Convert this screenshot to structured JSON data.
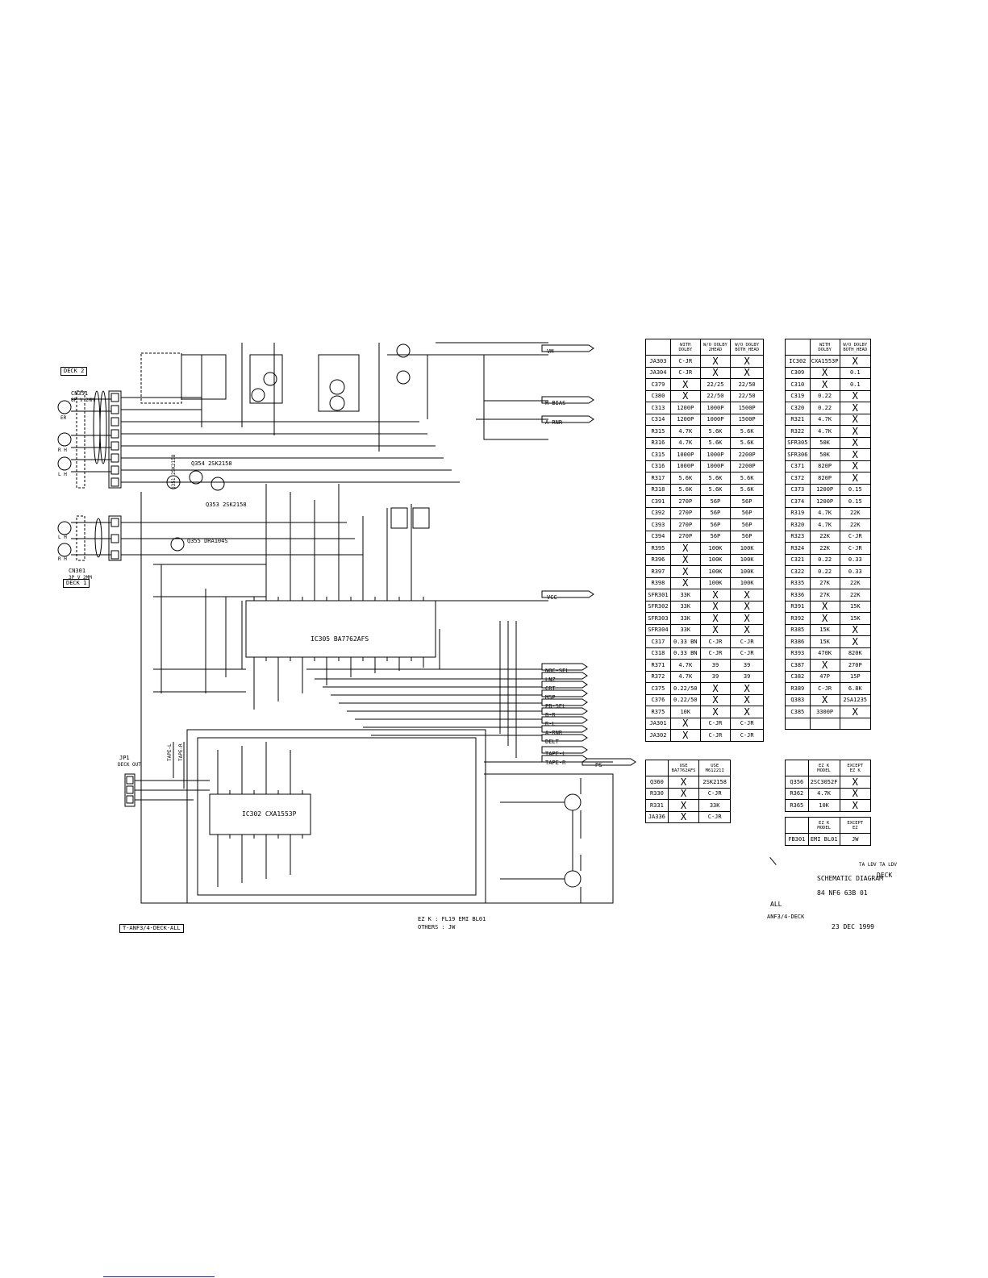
{
  "labels": {
    "deck2": "DECK 2",
    "deck1": "DECK 1",
    "cn351": "CN351",
    "cn351_spec": "8P V 2MM",
    "cn301": "CN301",
    "cn301_spec": "3P V 2MM",
    "erase": "ER",
    "rh": "R H",
    "lh": "L H",
    "jp1": "JP1",
    "deck_out": "DECK OUT",
    "tape_l": "TAPE-L",
    "tape_r": "TAPE-R",
    "ic305": "IC305 BA7762AFS",
    "ic302": "IC302 CXA1553P",
    "q355": "Q355 DRA104S",
    "q354": "Q354 2SK2158",
    "q353": "Q353 2SK2158",
    "q351": "Q351 2SK2158",
    "ezk_note": "EZ  K : FL19 EMI BL01",
    "others_note": "OTHERS : JW",
    "bottom_label": "T-ANF3/4-DECK-ALL",
    "vm": "VM",
    "vcc": "VCC",
    "rec_bias_top": "R-BIAS",
    "a_nr_top": "A-RNR",
    "ps": "PS"
  },
  "signals": [
    "NOC-SEL",
    "LNZ",
    "CRT",
    "MSP",
    "PB-SEL",
    "B-R",
    "R-L",
    "A-RNR",
    "DELT",
    "TAPE-L",
    "TAPE-R"
  ],
  "table_main": {
    "headers": [
      "",
      "WITH\nDOLBY",
      "W/O DOLBY\n2HEAD",
      "W/O DOLBY\nBOTH_HEAD"
    ],
    "rows": [
      [
        "JA303",
        "C-JR",
        "X",
        "X"
      ],
      [
        "JA304",
        "C-JR",
        "X",
        "X"
      ],
      [
        "C379",
        "X",
        "22/25",
        "22/50"
      ],
      [
        "C380",
        "X",
        "22/50",
        "22/50"
      ],
      [
        "C313",
        "1200P",
        "1000P",
        "1500P"
      ],
      [
        "C314",
        "1200P",
        "1000P",
        "1500P"
      ],
      [
        "R315",
        "4.7K",
        "5.6K",
        "5.6K"
      ],
      [
        "R316",
        "4.7K",
        "5.6K",
        "5.6K"
      ],
      [
        "C315",
        "1000P",
        "1000P",
        "2200P"
      ],
      [
        "C316",
        "1000P",
        "1000P",
        "2200P"
      ],
      [
        "R317",
        "5.6K",
        "5.6K",
        "5.6K"
      ],
      [
        "R318",
        "5.6K",
        "5.6K",
        "5.6K"
      ],
      [
        "C391",
        "270P",
        "56P",
        "56P"
      ],
      [
        "C392",
        "270P",
        "56P",
        "56P"
      ],
      [
        "C393",
        "270P",
        "56P",
        "56P"
      ],
      [
        "C394",
        "270P",
        "56P",
        "56P"
      ],
      [
        "R395",
        "X",
        "100K",
        "100K"
      ],
      [
        "R396",
        "X",
        "100K",
        "100K"
      ],
      [
        "R397",
        "X",
        "100K",
        "100K"
      ],
      [
        "R398",
        "X",
        "100K",
        "100K"
      ],
      [
        "SFR301",
        "33K",
        "X",
        "X"
      ],
      [
        "SFR302",
        "33K",
        "X",
        "X"
      ],
      [
        "SFR303",
        "33K",
        "X",
        "X"
      ],
      [
        "SFR304",
        "33K",
        "X",
        "X"
      ],
      [
        "C317",
        "0.33 BN",
        "C-JR",
        "C-JR"
      ],
      [
        "C318",
        "0.33 BN",
        "C-JR",
        "C-JR"
      ],
      [
        "R371",
        "4.7K",
        "39",
        "39"
      ],
      [
        "R372",
        "4.7K",
        "39",
        "39"
      ],
      [
        "C375",
        "0.22/50",
        "X",
        "X"
      ],
      [
        "C376",
        "0.22/50",
        "X",
        "X"
      ],
      [
        "R375",
        "10K",
        "X",
        "X"
      ],
      [
        "JA301",
        "X",
        "C-JR",
        "C-JR"
      ],
      [
        "JA302",
        "X",
        "C-JR",
        "C-JR"
      ]
    ]
  },
  "table_side": {
    "headers": [
      "",
      "WITH\nDOLBY",
      "W/O DOLBY\nBOTH_HEAD"
    ],
    "rows": [
      [
        "IC302",
        "CXA1553P",
        "X"
      ],
      [
        "C309",
        "X",
        "0.1"
      ],
      [
        "C310",
        "X",
        "0.1"
      ],
      [
        "C319",
        "0.22",
        "X"
      ],
      [
        "C320",
        "0.22",
        "X"
      ],
      [
        "R321",
        "4.7K",
        "X"
      ],
      [
        "R322",
        "4.7K",
        "X"
      ],
      [
        "SFR305",
        "50K",
        "X"
      ],
      [
        "SFR306",
        "50K",
        "X"
      ],
      [
        "C371",
        "820P",
        "X"
      ],
      [
        "C372",
        "820P",
        "X"
      ],
      [
        "C373",
        "1200P",
        "0.15"
      ],
      [
        "C374",
        "1200P",
        "0.15"
      ],
      [
        "R319",
        "4.7K",
        "22K"
      ],
      [
        "R320",
        "4.7K",
        "22K"
      ],
      [
        "R323",
        "22K",
        "C-JR"
      ],
      [
        "R324",
        "22K",
        "C-JR"
      ],
      [
        "C321",
        "0.22",
        "0.33"
      ],
      [
        "C322",
        "0.22",
        "0.33"
      ],
      [
        "R335",
        "27K",
        "22K"
      ],
      [
        "R336",
        "27K",
        "22K"
      ],
      [
        "R391",
        "X",
        "15K"
      ],
      [
        "R392",
        "X",
        "15K"
      ],
      [
        "R385",
        "15K",
        "X"
      ],
      [
        "R386",
        "15K",
        "X"
      ],
      [
        "R393",
        "470K",
        "820K"
      ],
      [
        "C387",
        "X",
        "270P"
      ],
      [
        "C382",
        "47P",
        "15P"
      ],
      [
        "R389",
        "C-JR",
        "6.8K"
      ],
      [
        "Q383",
        "X",
        "2SA1235"
      ],
      [
        "C385",
        "3300P",
        "X"
      ],
      [
        "",
        "",
        ""
      ]
    ]
  },
  "table_use": {
    "headers": [
      "",
      "USE\nBA7762AFS",
      "USE\nM61221I"
    ],
    "rows": [
      [
        "Q360",
        "X",
        "2SK2158"
      ],
      [
        "R330",
        "X",
        "C-JR"
      ],
      [
        "R331",
        "X",
        "33K"
      ],
      [
        "JA336",
        "X",
        "C-JR"
      ]
    ]
  },
  "table_ezk": {
    "headers": [
      "",
      "EZ  K\nMODEL",
      "EXCEPT\nEZ  K"
    ],
    "rows": [
      [
        "Q356",
        "2SC3052F",
        "X"
      ],
      [
        "R362",
        "4.7K",
        "X"
      ],
      [
        "R365",
        "10K",
        "X"
      ]
    ]
  },
  "table_fb": {
    "headers": [
      "",
      "EZ  K\nMODEL",
      "EXCEPT\nEZ"
    ],
    "rows": [
      [
        "FB301",
        "EMI BL01",
        "JW"
      ]
    ]
  },
  "title_block": {
    "side_note": "TA LDV  TA LDV",
    "title": "SCHEMATIC DIAGRAM",
    "deck": "DECK",
    "doc_no": "84  NF6  63B  01",
    "model": "ALL",
    "sheet": "ANF3/4-DECK",
    "date": "23 DEC 1999"
  }
}
